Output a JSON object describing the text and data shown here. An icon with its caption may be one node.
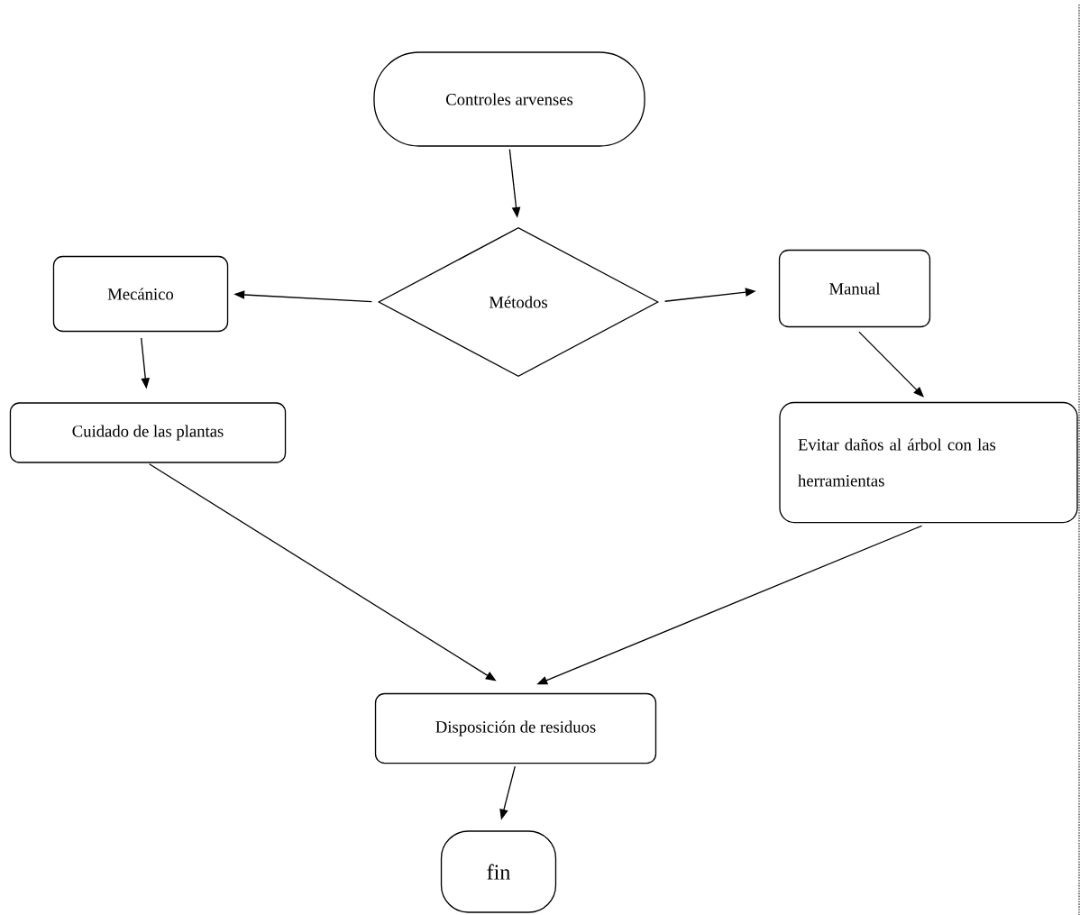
{
  "diagram": {
    "nodes": [
      {
        "text": [
          "Controles arvenses"
        ]
      },
      {
        "text": [
          "Métodos"
        ]
      },
      {
        "text": [
          "Mecánico"
        ]
      },
      {
        "text": [
          "Manual"
        ]
      },
      {
        "text": [
          "Cuidado de las plantas"
        ]
      },
      {
        "text": [
          "Evitar daños al árbol con las herramientas"
        ]
      },
      {
        "text": [
          "Disposición de residuos"
        ]
      },
      {
        "text": [
          "fin"
        ]
      }
    ],
    "edges": [
      {
        "from": 0,
        "to": 1,
        "arrow": "to"
      },
      {
        "from": 1,
        "to": 2,
        "arrow": "to"
      },
      {
        "from": 1,
        "to": 3,
        "arrow": "to"
      },
      {
        "from": 2,
        "to": 4,
        "arrow": "to"
      },
      {
        "from": 3,
        "to": 5,
        "arrow": "to"
      },
      {
        "from": 4,
        "to": 6,
        "arrow": "to"
      },
      {
        "from": 5,
        "to": 6,
        "arrow": "to"
      },
      {
        "from": 6,
        "to": 7,
        "arrow": "to"
      }
    ]
  }
}
